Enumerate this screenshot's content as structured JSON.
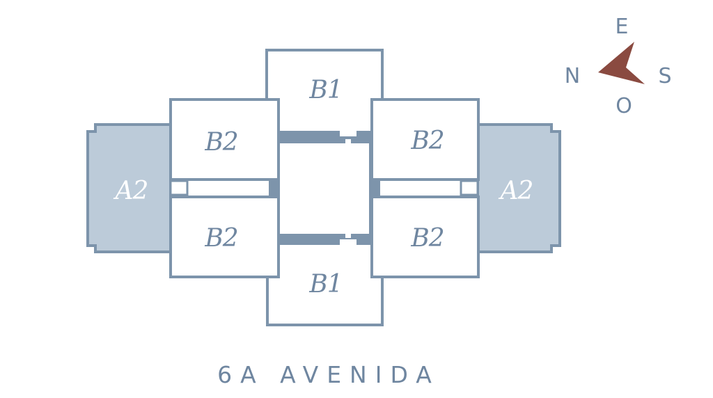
{
  "colors": {
    "stroke": "#7d94ab",
    "fill_a2": "#bccbd9",
    "core": "#7d94ab",
    "label_b": "#6f86a0",
    "label_a": "#ffffff",
    "arrow": "#8a4a40",
    "text": "#6f86a0",
    "background": "#ffffff"
  },
  "units": {
    "b1_top": "B1",
    "b1_bottom": "B1",
    "b2_top_left": "B2",
    "b2_top_right": "B2",
    "b2_bottom_left": "B2",
    "b2_bottom_right": "B2",
    "a2_left": "A2",
    "a2_right": "A2"
  },
  "compass": {
    "top": "E",
    "left": "N",
    "right": "S",
    "bottom": "O",
    "icon": "compass-arrow-icon"
  },
  "street_label": "6A AVENIDA"
}
